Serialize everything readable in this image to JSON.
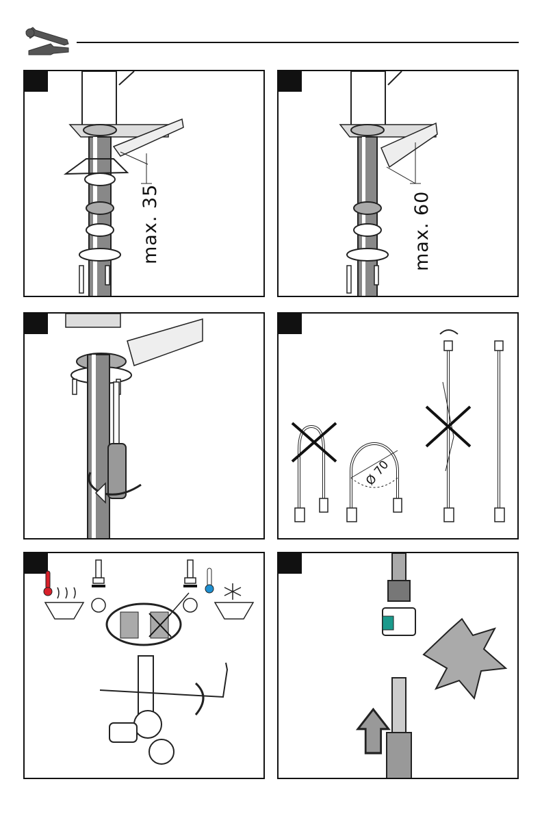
{
  "header": {
    "icon": "wrench-screwdriver-icon"
  },
  "panels": {
    "p1": {
      "dimension": "max. 35"
    },
    "p2": {
      "dimension": "max. 60"
    },
    "p4": {
      "diameter": "Ø 70"
    },
    "p5": {
      "hot_icon": "thermometer-hot-icon",
      "cold_icon": "thermometer-cold-icon"
    }
  },
  "colors": {
    "hot": "#d8202a",
    "cold": "#1e8fd0",
    "hose": "#6e6e6e",
    "teal": "#1a9a8c",
    "cross": "#111111"
  }
}
